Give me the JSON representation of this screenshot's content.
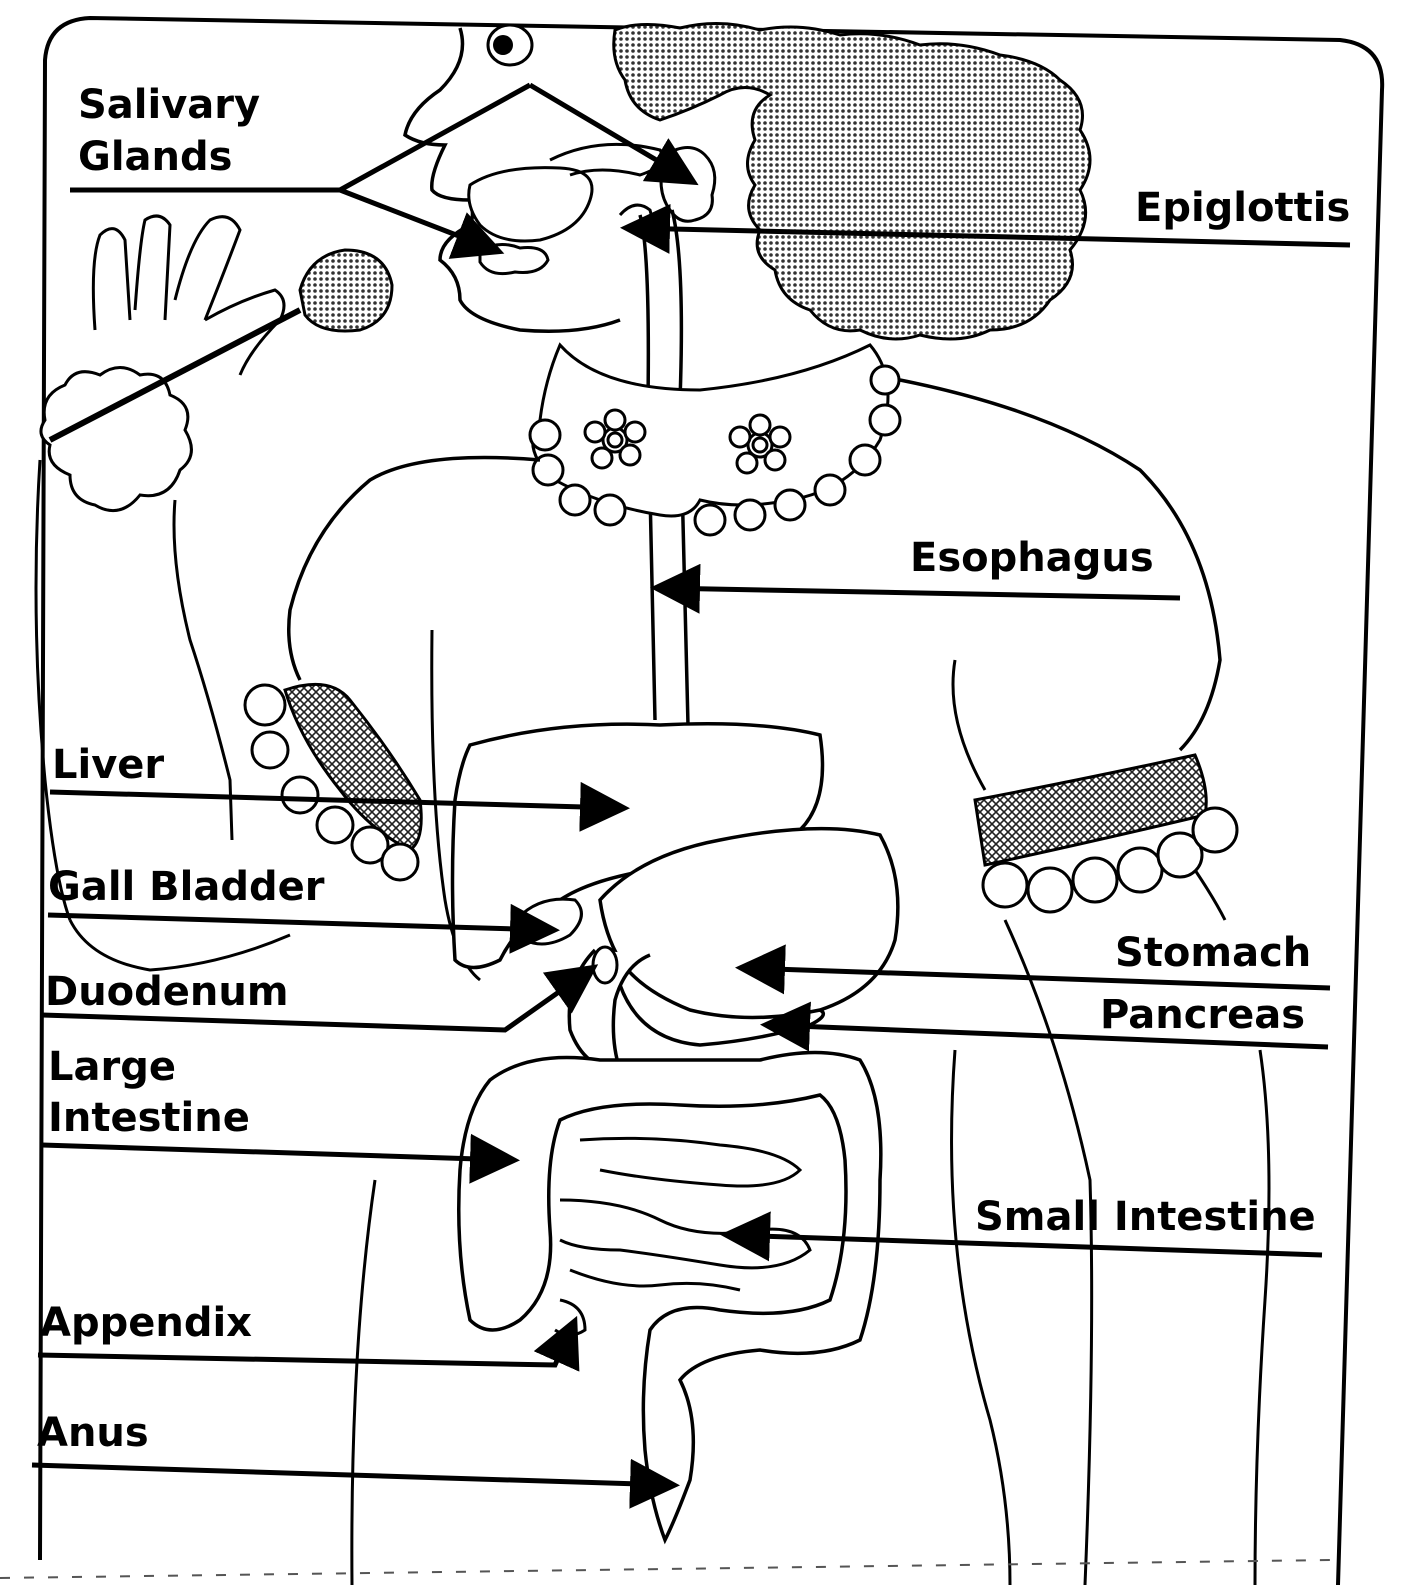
{
  "colors": {
    "ink": "#000000",
    "paper": "#ffffff",
    "hair_fill": "#8a8a8a",
    "cuff_fill": "#9a9a9a"
  },
  "labels": {
    "salivary_line1": "Salivary",
    "salivary_line2": "Glands",
    "epiglottis": "Epiglottis",
    "esophagus": "Esophagus",
    "liver": "Liver",
    "gall_bladder": "Gall Bladder",
    "duodenum": "Duodenum",
    "large_intestine_line1": "Large",
    "large_intestine_line2": "Intestine",
    "appendix": "Appendix",
    "anus": "Anus",
    "stomach": "Stomach",
    "pancreas": "Pancreas",
    "small_intestine": "Small Intestine"
  }
}
